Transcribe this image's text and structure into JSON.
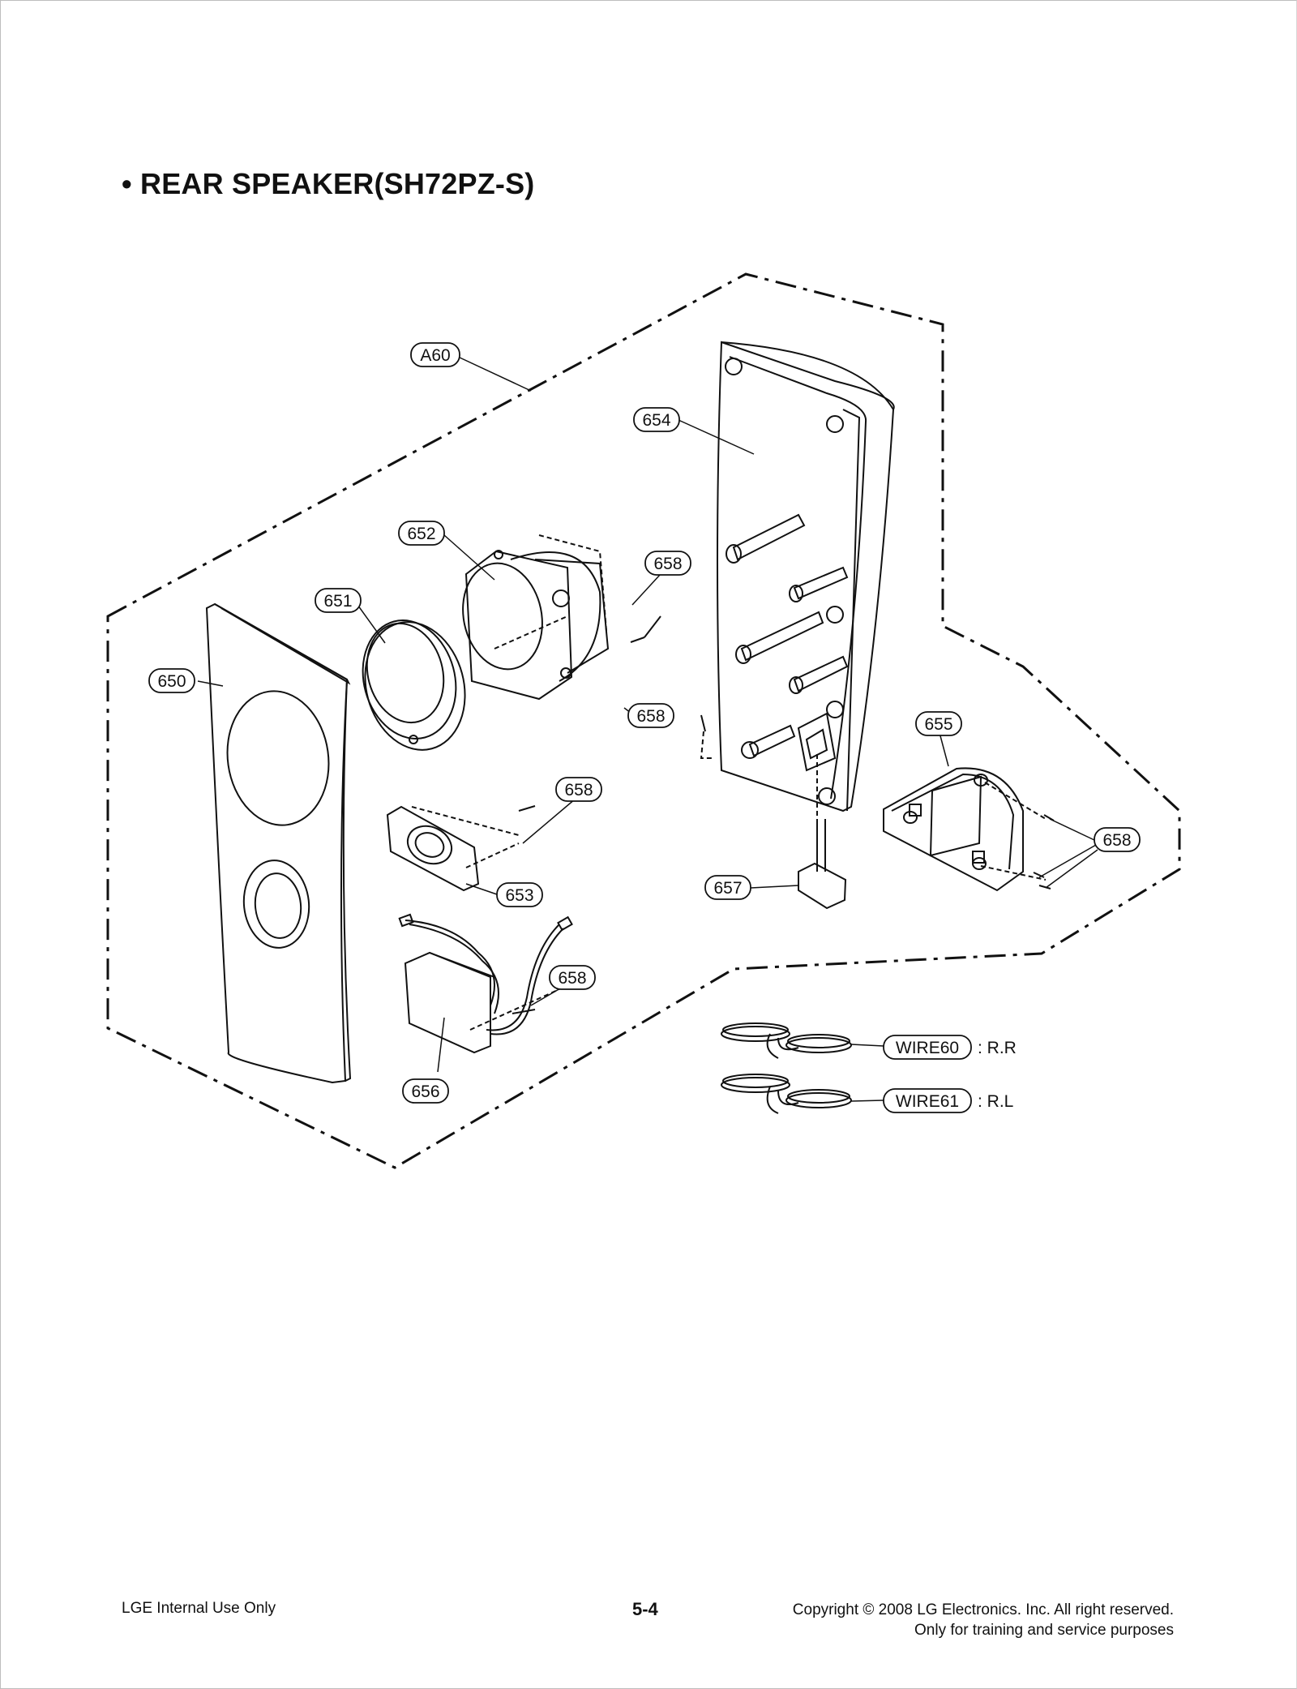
{
  "title": "• REAR SPEAKER(SH72PZ-S)",
  "callouts": {
    "a60": "A60",
    "p650": "650",
    "p651": "651",
    "p652": "652",
    "p653": "653",
    "p654": "654",
    "p655": "655",
    "p656": "656",
    "p657": "657",
    "p658": "658",
    "wire60": "WIRE60",
    "wire61": "WIRE61"
  },
  "wire_suffix": {
    "wire60": ": R.R",
    "wire61": ": R.L"
  },
  "footer": {
    "left": "LGE Internal Use Only",
    "center": "5-4",
    "right_line1": "Copyright © 2008 LG Electronics. Inc. All right reserved.",
    "right_line2": "Only for training and service purposes"
  }
}
